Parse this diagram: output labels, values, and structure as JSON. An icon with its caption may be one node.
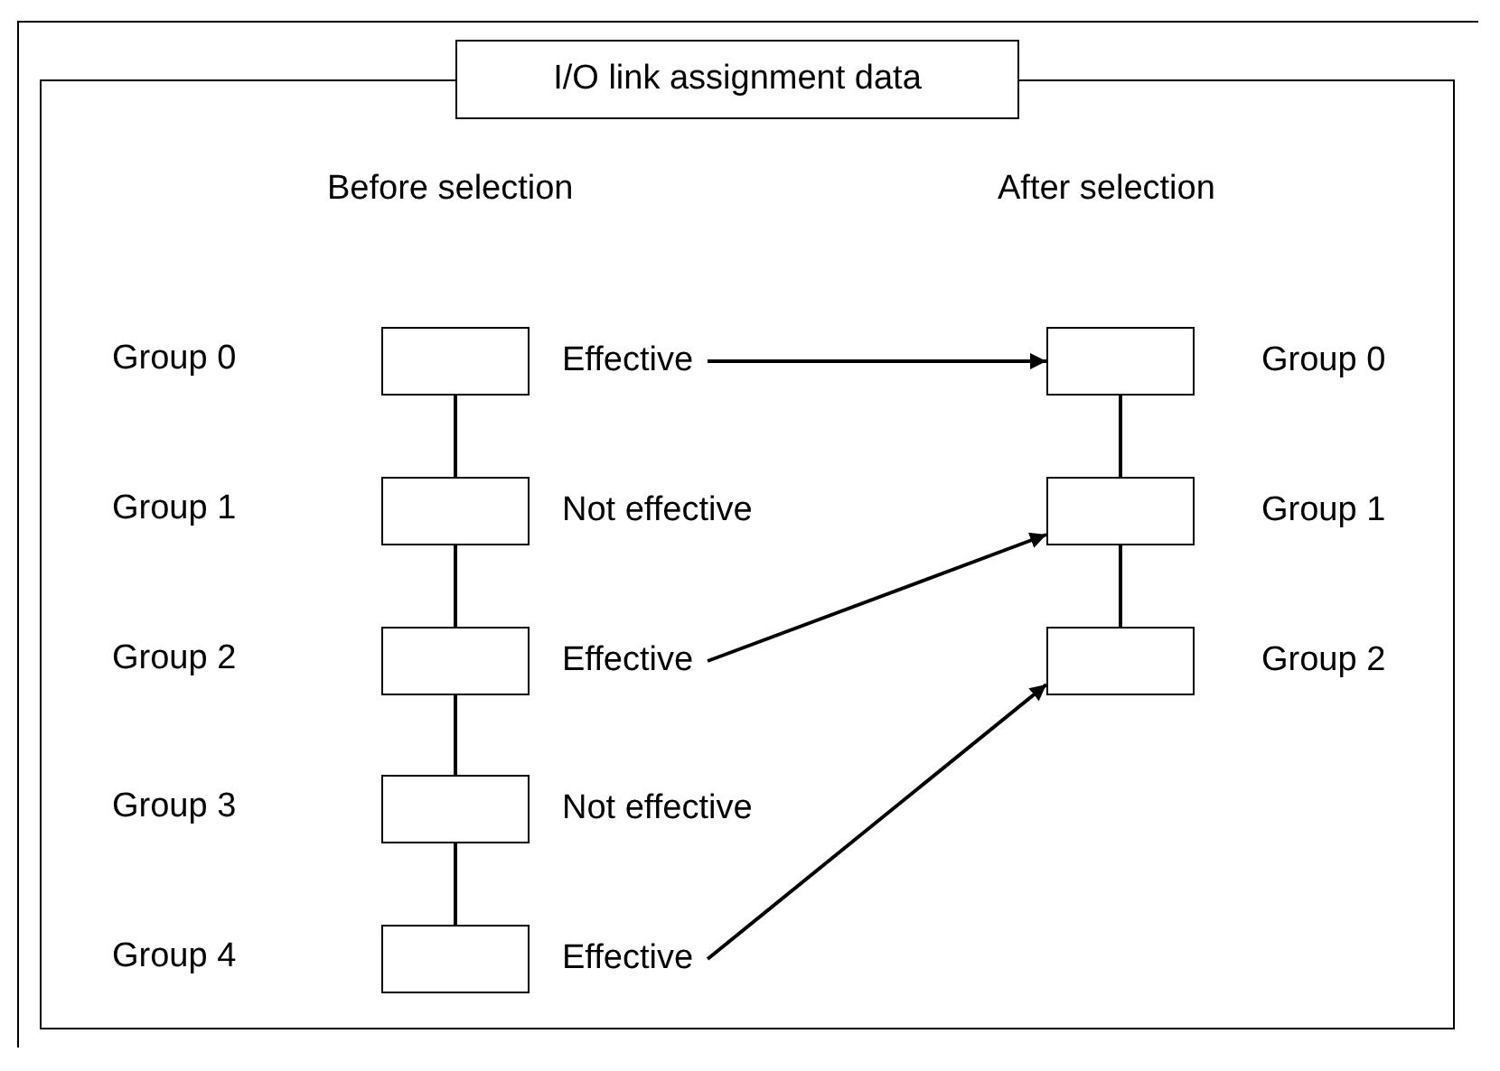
{
  "diagram": {
    "nodes": [
      {
        "text": [
          "I/O link assignment data"
        ]
      },
      {
        "text": [],
        "shape": "box",
        "in": 0
      },
      {
        "text": [
          "Effective"
        ],
        "in": 0
      },
      {
        "text": [],
        "shape": "box",
        "in": 0,
        "beside": [
          "Group 0"
        ]
      },
      {
        "text": [],
        "shape": "box",
        "in": 0,
        "beside": [
          "Not effective"
        ]
      },
      {
        "text": [],
        "shape": "box",
        "in": 0,
        "beside": [
          "Group 1"
        ]
      },
      {
        "text": [],
        "shape": "box",
        "in": 0
      },
      {
        "text": [
          "Effective"
        ],
        "in": 0
      },
      {
        "text": [],
        "shape": "box",
        "in": 0,
        "beside": [
          "Group 2"
        ]
      },
      {
        "text": [],
        "shape": "box",
        "in": 0,
        "beside": [
          "Not effective"
        ]
      },
      {
        "text": [],
        "shape": "box",
        "in": 0
      },
      {
        "text": [
          "Effective"
        ],
        "in": 0
      }
    ],
    "edges": [
      {
        "from": 1,
        "to": 4,
        "arrow": "none"
      },
      {
        "from": 4,
        "to": 6,
        "arrow": "none"
      },
      {
        "from": 6,
        "to": 9,
        "arrow": "none"
      },
      {
        "from": 9,
        "to": 10,
        "arrow": "none"
      },
      {
        "from": 3,
        "to": 5,
        "arrow": "none"
      },
      {
        "from": 5,
        "to": 8,
        "arrow": "none"
      },
      {
        "from": 2,
        "to": 3,
        "arrow": "to"
      },
      {
        "from": 7,
        "to": 5,
        "arrow": "to"
      },
      {
        "from": 11,
        "to": 8,
        "arrow": "to"
      }
    ],
    "labels": [
      "Before selection",
      "After selection",
      "Group 0",
      "Group 1",
      "Group 2",
      "Group 3",
      "Group 4"
    ]
  }
}
